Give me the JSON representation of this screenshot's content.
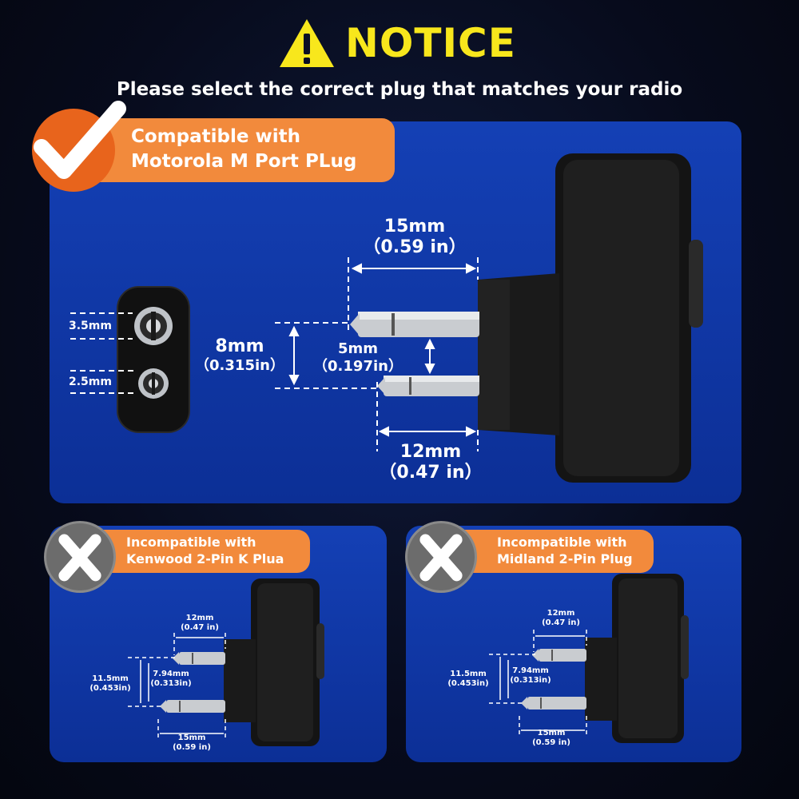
{
  "header": {
    "title": "NOTICE",
    "subtitle": "Please select the correct plug that matches your radio"
  },
  "compatible": {
    "line1": "Compatible with",
    "line2": "Motorola M Port PLug",
    "dims": {
      "top_mm": "15mm",
      "top_in": "（0.59 in）",
      "height_mm": "8mm",
      "height_in": "（0.315in）",
      "gap_mm": "5mm",
      "gap_in": "（0.197in）",
      "bottom_mm": "12mm",
      "bottom_in": "（0.47 in）",
      "jack_top": "3.5mm",
      "jack_bottom": "2.5mm"
    }
  },
  "kenwood": {
    "line1": "Incompatible with",
    "line2": "Kenwood 2-Pin K Plua",
    "dims": {
      "top_mm": "12mm",
      "top_in": "(0.47 in)",
      "height_mm": "11.5mm",
      "height_in": "(0.453in)",
      "gap_mm": "7.94mm",
      "gap_in": "(0.313in)",
      "bottom_mm": "15mm",
      "bottom_in": "(0.59 in)"
    }
  },
  "midland": {
    "line1": "Incompatible with",
    "line2": "Midland 2-Pin Plug",
    "dims": {
      "top_mm": "12mm",
      "top_in": "(0.47 in)",
      "height_mm": "11.5mm",
      "height_in": "(0.453in)",
      "gap_mm": "7.94mm",
      "gap_in": "(0.313in)",
      "bottom_mm": "15mm",
      "bottom_in": "(0.59 in)"
    }
  },
  "colors": {
    "accent_yellow": "#f8e71c",
    "accent_orange": "#f28a3c",
    "panel_blue": "#1440b5"
  },
  "icons": {
    "warning": "warning-triangle-icon",
    "check": "checkmark-icon",
    "cross": "x-icon"
  }
}
